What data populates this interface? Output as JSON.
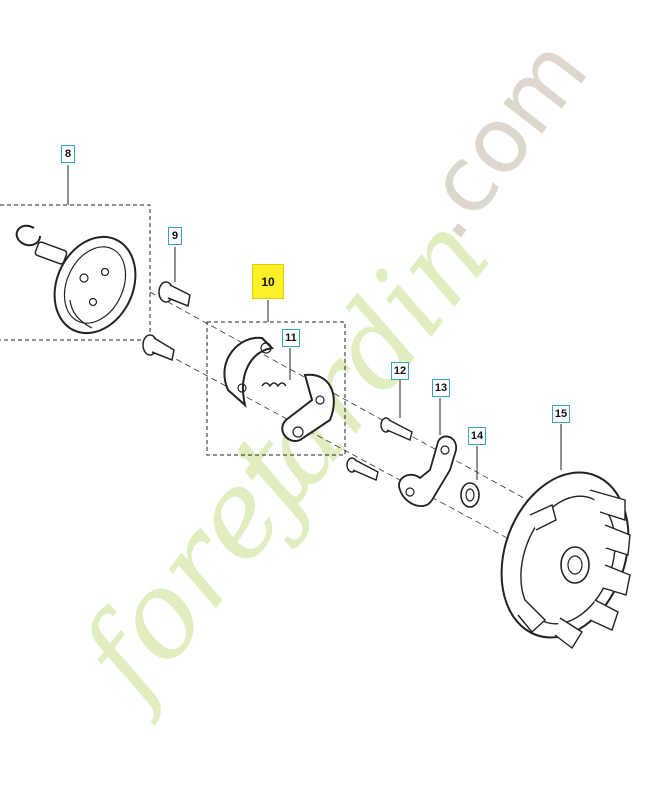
{
  "diagram": {
    "callouts": [
      {
        "id": "8",
        "label": "8",
        "highlighted": false
      },
      {
        "id": "9",
        "label": "9",
        "highlighted": false
      },
      {
        "id": "10",
        "label": "10",
        "highlighted": true
      },
      {
        "id": "11",
        "label": "11",
        "highlighted": false
      },
      {
        "id": "12",
        "label": "12",
        "highlighted": false
      },
      {
        "id": "13",
        "label": "13",
        "highlighted": false
      },
      {
        "id": "14",
        "label": "14",
        "highlighted": false
      },
      {
        "id": "15",
        "label": "15",
        "highlighted": false
      }
    ],
    "parts": [
      "clutch-drum",
      "circlip",
      "shoulder-screw",
      "clutch-assembly",
      "clutch-spring",
      "washer-screw",
      "clutch-bracket",
      "spacer",
      "flywheel"
    ]
  },
  "watermark": {
    "part1": "foret",
    "part2": "jardin",
    "part3": ".com",
    "colors": {
      "green": "#dcebb8",
      "orange": "#f7d9b0",
      "grey": "#d8d2c8"
    }
  },
  "colors": {
    "callout_border": "#3a9fc4",
    "highlight": "#ffef26",
    "line": "#222222"
  }
}
